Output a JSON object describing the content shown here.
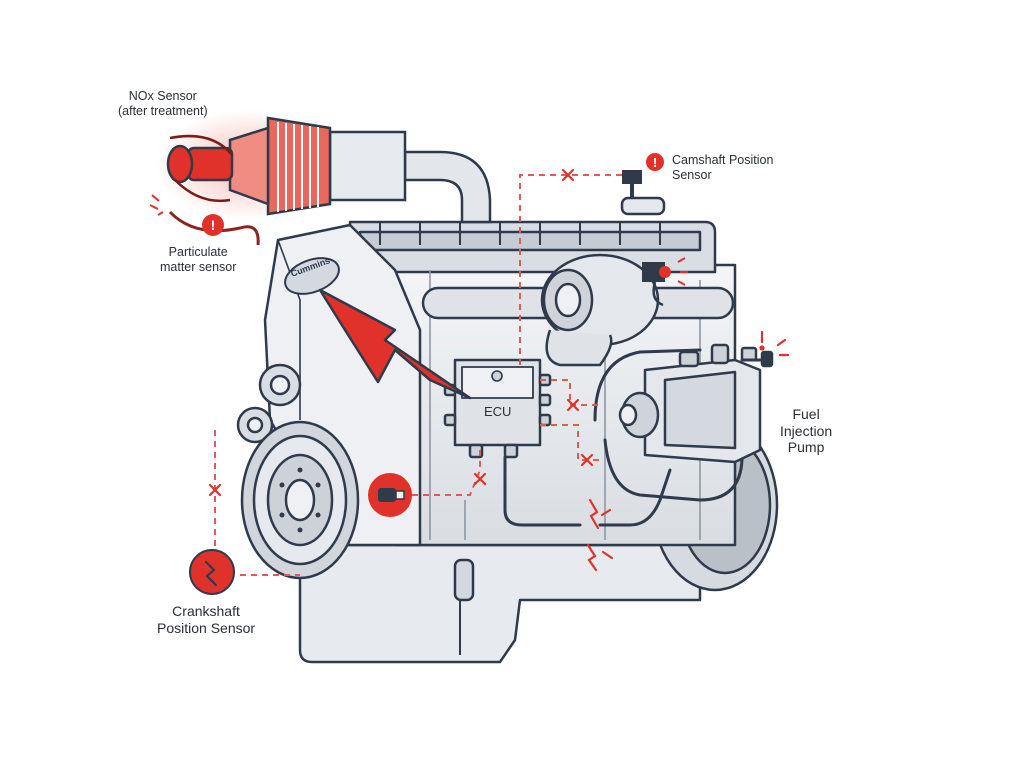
{
  "labels": {
    "nox_line1": "NOx Sensor",
    "nox_line2": "(after treatment)",
    "pm_line1": "Particulate",
    "pm_line2": "matter sensor",
    "cam_line1": "Camshaft Position",
    "cam_line2": "Sensor",
    "fuel_line1": "Fuel",
    "fuel_line2": "Injection",
    "fuel_line3": "Pump",
    "crank_line1": "Crankshaft",
    "crank_line2": "Position Sensor",
    "ecu": "ECU",
    "brand": "Cummins"
  },
  "colors": {
    "outline": "#2f3a4a",
    "engine_body": "#e9ecef",
    "engine_shade": "#c9cfd6",
    "fault_red": "#e0322b",
    "fault_line": "#e25a50",
    "dpf_red": "#e8685c",
    "harness": "#2f3a4a"
  }
}
